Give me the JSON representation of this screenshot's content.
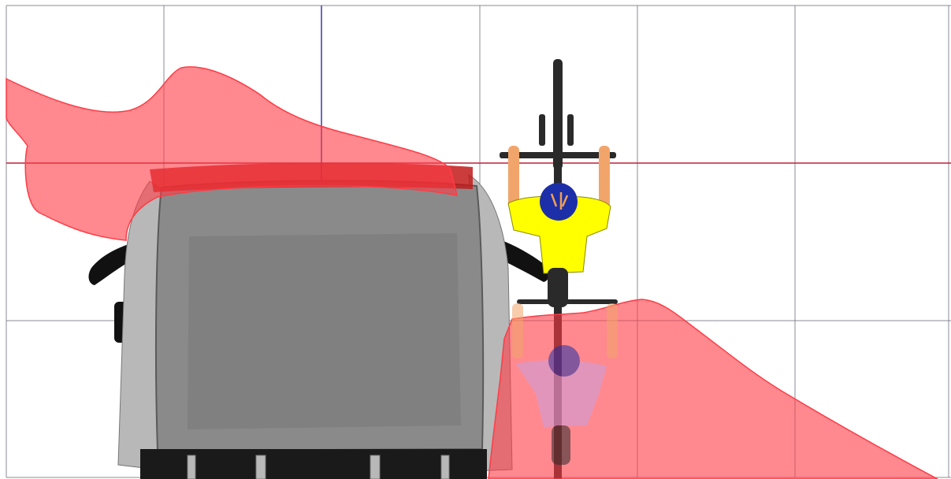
{
  "scene": {
    "background_color": "#ffffff",
    "grid_color": "#6e6e7a",
    "highlight_horizontal_line_color": "#c0203a",
    "highlight_vertical_line_color": "#3a3aa8",
    "blind_spot_color": "#ff3b45",
    "van_body_color": "#8a8a8a",
    "van_roof_color": "#7a7a7a",
    "van_accent_color": "#c21a1a",
    "mirror_color": "#111111",
    "cyclist_jersey_color": "#ffff00",
    "cyclist_helmet_color": "#1d2fa8",
    "cyclist_skin_color": "#f2a56a",
    "bike_color": "#2a2a2a",
    "icons": [
      "van",
      "cyclist",
      "bicycle",
      "blind-spot-zone"
    ]
  }
}
